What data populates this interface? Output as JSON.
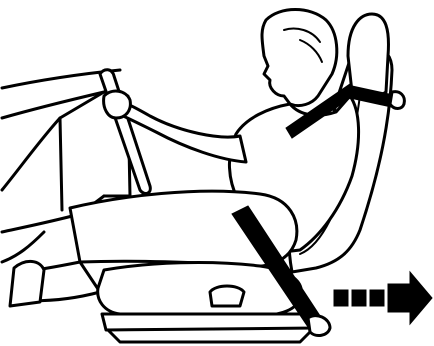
{
  "figure": {
    "subject": "driver-seated-with-seatbelt",
    "elements": [
      "dashboard",
      "steering-wheel",
      "driver",
      "seat-backrest",
      "headrest",
      "seatbelt",
      "seat-cushion",
      "seat-rail",
      "seat-adjust-lever",
      "direction-arrow"
    ],
    "arrow_direction": "right",
    "colors": {
      "ink": "#000000",
      "paper": "#ffffff"
    }
  }
}
